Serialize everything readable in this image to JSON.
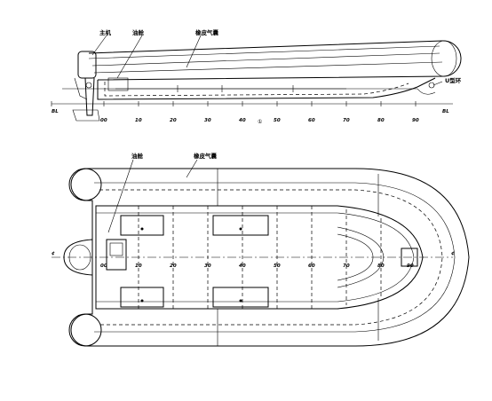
{
  "side_view": {
    "label_engine": "主机",
    "label_fuel_tank": "油舱",
    "label_tube": "橡皮气囊",
    "label_tow_eye": "U型环",
    "bl_left": "BL",
    "bl_right": "BL",
    "stations": [
      "00",
      "10",
      "20",
      "30",
      "40",
      "50",
      "60",
      "70",
      "80",
      "90"
    ],
    "small_mark": "①"
  },
  "plan_view": {
    "label_fuel_tank": "油舱",
    "label_tube": "橡皮气囊",
    "cl_left": "¢",
    "cl_right": "¢",
    "stations": [
      "00",
      "10",
      "20",
      "30",
      "40",
      "50",
      "60",
      "70",
      "80",
      "90"
    ]
  }
}
